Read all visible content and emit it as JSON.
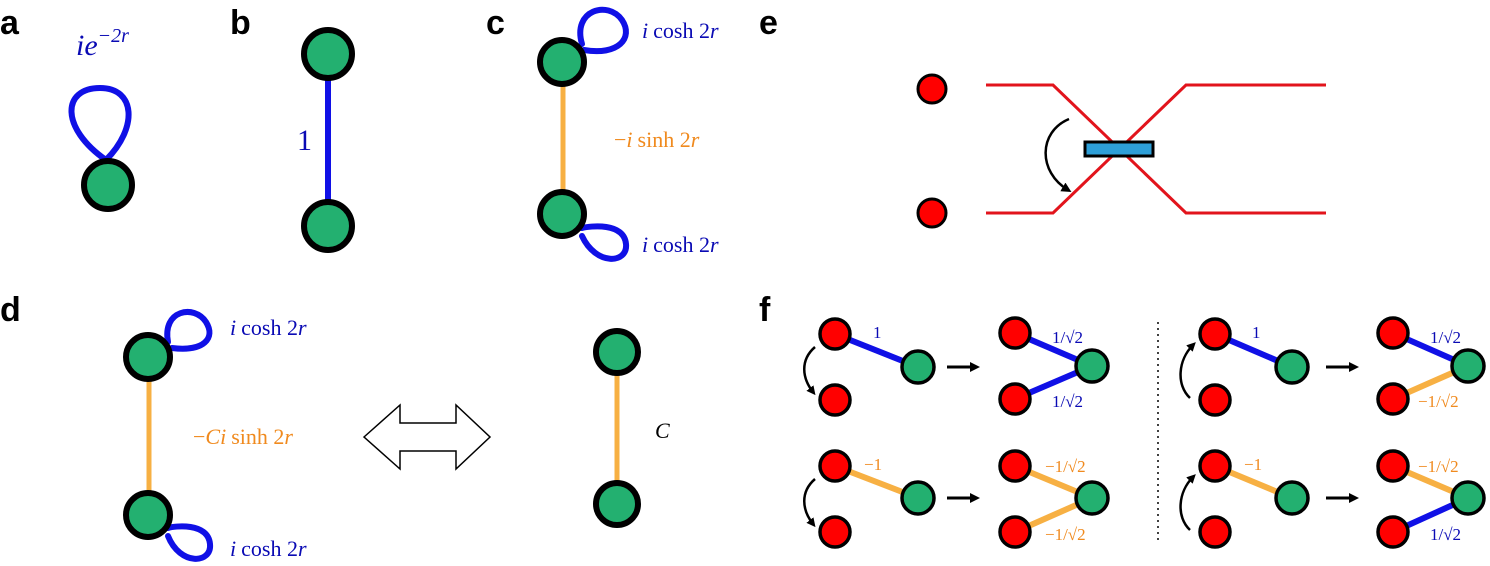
{
  "panels": {
    "a": {
      "letter": "a",
      "loop_label": "ie",
      "loop_label_exp": "−2r"
    },
    "b": {
      "letter": "b",
      "edge_label": "1"
    },
    "c": {
      "letter": "c",
      "top_loop_label_i": "i",
      "top_loop_label_rest": "cosh 2",
      "top_loop_label_r": "r",
      "edge_label_prefix": "−",
      "edge_label_i": "i",
      "edge_label_rest": "sinh 2",
      "edge_label_r": "r",
      "bottom_loop_label_i": "i",
      "bottom_loop_label_rest": "cosh 2",
      "bottom_loop_label_r": "r"
    },
    "d": {
      "letter": "d",
      "top_loop_label_i": "i",
      "top_loop_label_rest": "cosh 2",
      "top_loop_label_r": "r",
      "edge_label_prefix": "−",
      "edge_label_ci": "Ci",
      "edge_label_rest": "sinh 2",
      "edge_label_r": "r",
      "bottom_loop_label_i": "i",
      "bottom_loop_label_rest": "cosh 2",
      "bottom_loop_label_r": "r",
      "right_edge_label": "C"
    },
    "e": {
      "letter": "e"
    },
    "f": {
      "letter": "f",
      "q1_before": "1",
      "q1_after_top": "1/√2",
      "q1_after_bottom": "1/√2",
      "q2_before": "1",
      "q2_after_top": "1/√2",
      "q2_after_bottom": "−1/√2",
      "q3_before": "−1",
      "q3_after_top": "−1/√2",
      "q3_after_bottom": "−1/√2",
      "q4_before": "−1",
      "q4_after_top": "−1/√2",
      "q4_after_bottom": "1/√2"
    }
  },
  "colors": {
    "green_node": "#23b070",
    "red_node": "#ff0000",
    "blue_edge": "#1010e6",
    "orange_edge": "#f7b043",
    "blue_label": "#0a0ab4",
    "orange_label": "#f08a1e",
    "beam_splitter": "#2e9fd8",
    "waveguide": "#e2141c"
  }
}
